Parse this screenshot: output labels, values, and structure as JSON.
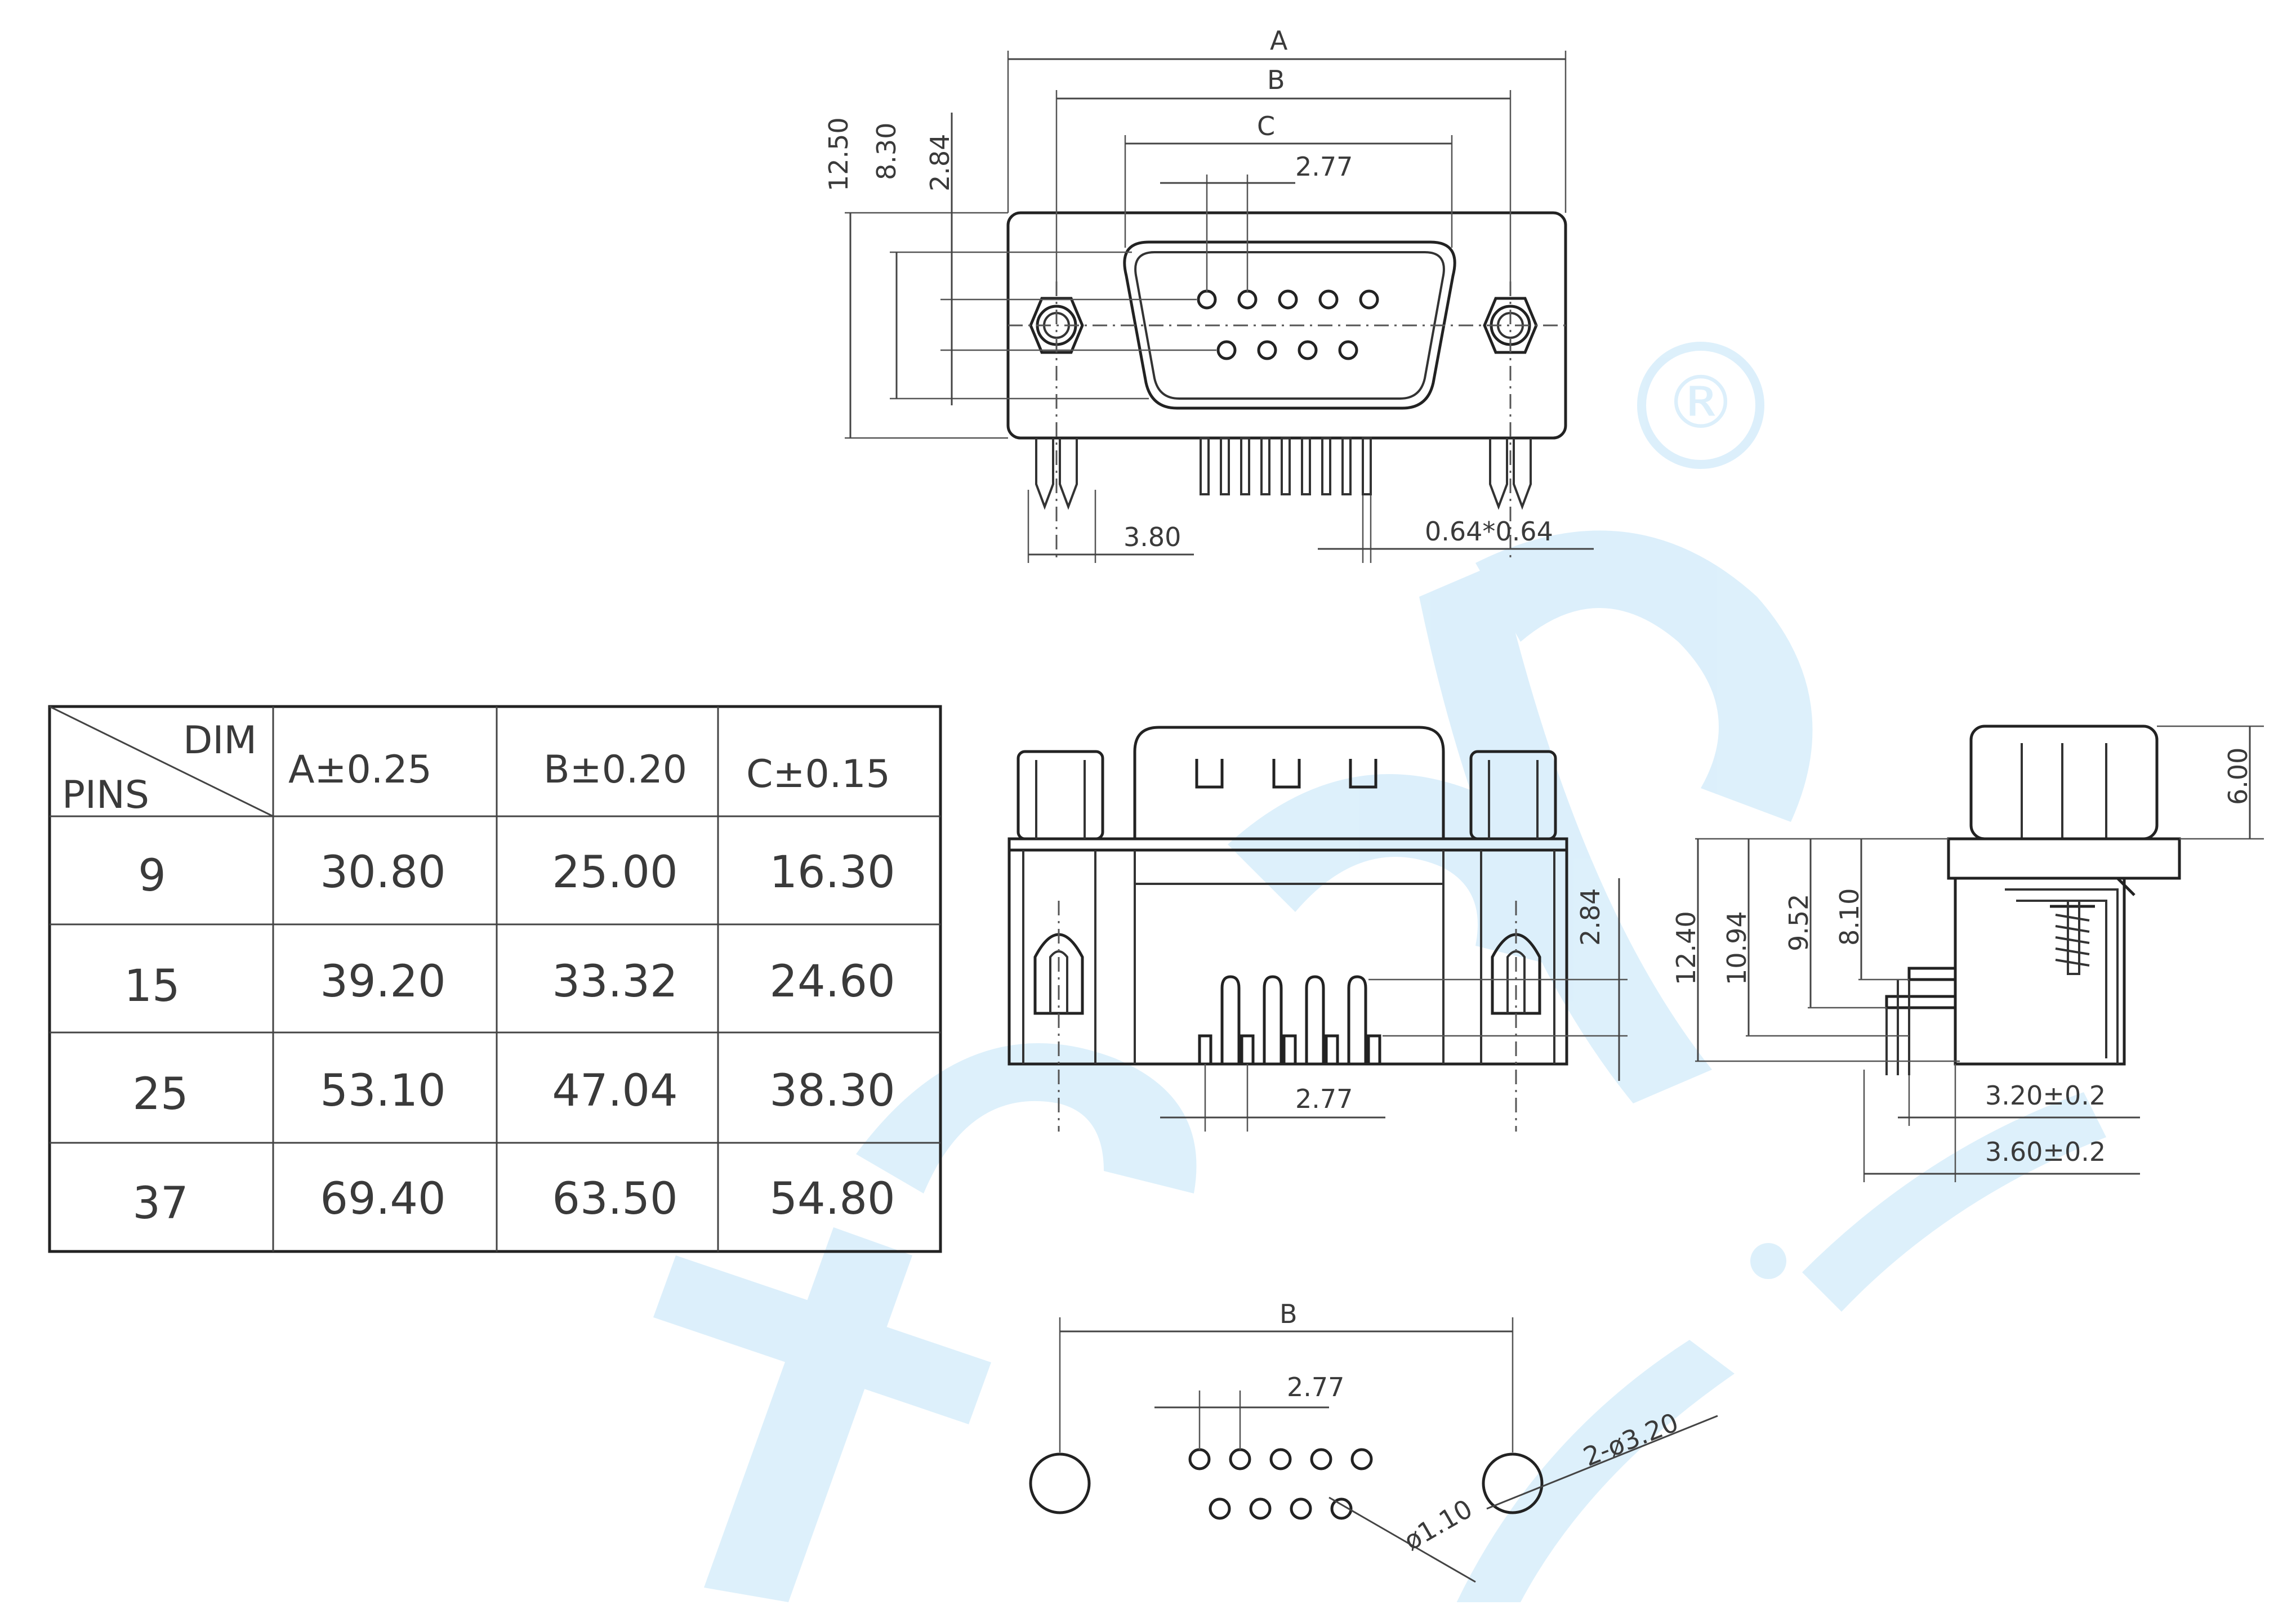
{
  "watermark": {
    "registered_mark": "®"
  },
  "front_view": {
    "labels": {
      "a": "A",
      "b": "B",
      "c": "C"
    },
    "dims": {
      "height_total": "12.50",
      "height_mid": "8.30",
      "row_spacing": "2.84",
      "pin_pitch": "2.77",
      "leg_offset": "3.80",
      "pin_section": "0.64*0.64"
    }
  },
  "table": {
    "corner_top": "DIM",
    "corner_bottom": "PINS",
    "headers": [
      "A±0.25",
      "B±0.20",
      "C±0.15"
    ],
    "rows": [
      {
        "pins": "9",
        "a": "30.80",
        "b": "25.00",
        "c": "16.30"
      },
      {
        "pins": "15",
        "a": "39.20",
        "b": "33.32",
        "c": "24.60"
      },
      {
        "pins": "25",
        "a": "53.10",
        "b": "47.04",
        "c": "38.30"
      },
      {
        "pins": "37",
        "a": "69.40",
        "b": "63.50",
        "c": "54.80"
      }
    ]
  },
  "bottom_view": {
    "dims": {
      "row_spacing": "2.84",
      "pin_pitch": "2.77"
    }
  },
  "side_view": {
    "dims": {
      "shell_height": "6.00",
      "total_height": "12.40",
      "h2": "10.94",
      "h3": "9.52",
      "h4": "8.10",
      "pin_offset_1": "3.20±0.2",
      "pin_offset_2": "3.60±0.2"
    }
  },
  "footprint_view": {
    "labels": {
      "b": "B"
    },
    "dims": {
      "pin_pitch": "2.77",
      "mount_holes": "2-ø3.20",
      "pin_hole": "ø1.10"
    }
  }
}
